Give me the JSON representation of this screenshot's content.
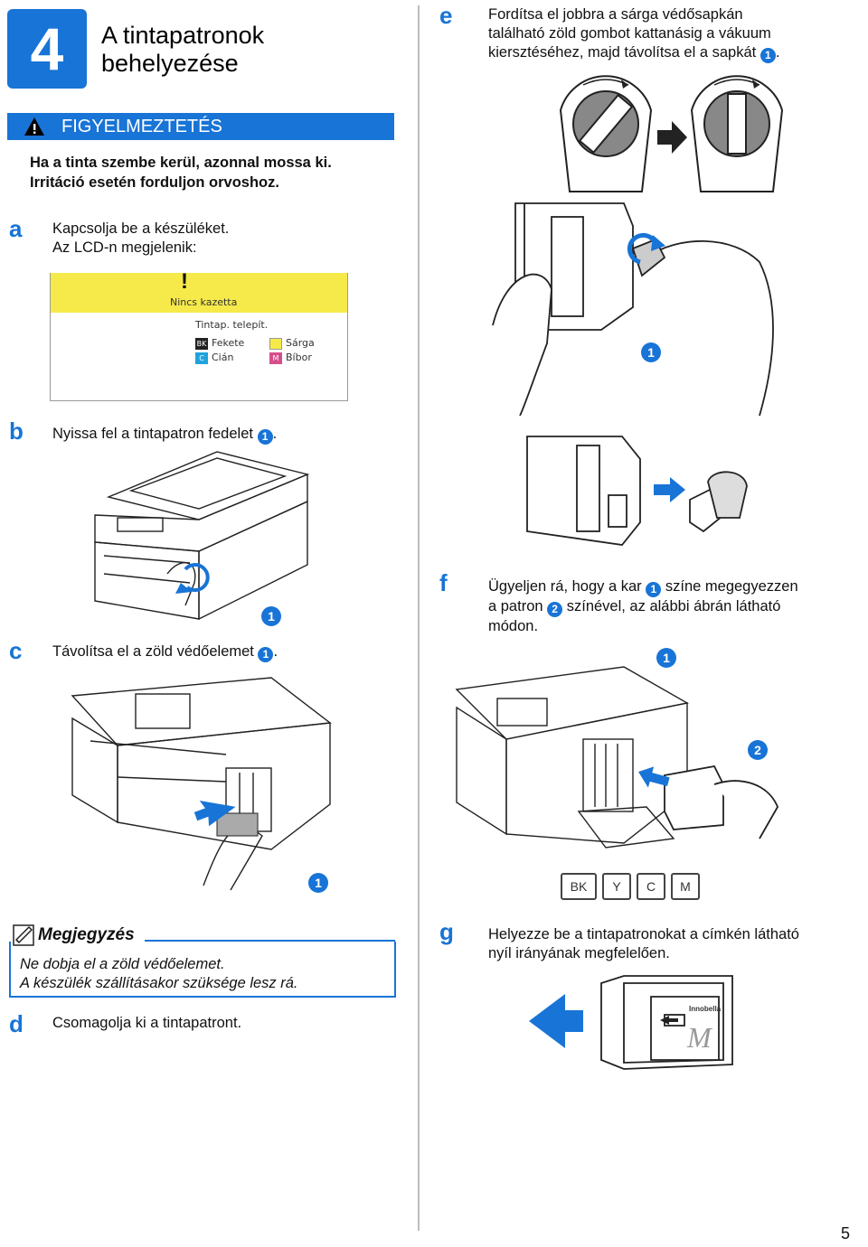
{
  "step": {
    "number": "4",
    "title": "A tintapatronok behelyezése"
  },
  "warning": {
    "label": "FIGYELMEZTETÉS",
    "text_line1": "Ha a tinta szembe kerül, azonnal mossa ki.",
    "text_line2": "Irritáció esetén forduljon orvoshoz."
  },
  "steps": {
    "a": {
      "letter": "a",
      "line1": "Kapcsolja be a készüléket.",
      "line2": "Az LCD-n megjelenik:"
    },
    "b": {
      "letter": "b",
      "text": "Nyissa fel a tintapatron fedelet"
    },
    "c": {
      "letter": "c",
      "text": "Távolítsa el a zöld védőelemet"
    },
    "d": {
      "letter": "d",
      "text": "Csomagolja ki a tintapatront."
    },
    "e": {
      "letter": "e",
      "line1": "Fordítsa el jobbra a sárga védősapkán",
      "line2": "található zöld gombot kattanásig a vákuum",
      "line3": "kiersztéséhez, majd távolítsa el a sapkát"
    },
    "f": {
      "letter": "f",
      "line1a": "Ügyeljen rá, hogy a kar",
      "line1b": "színe megegyezzen",
      "line2a": "a patron",
      "line2b": "színével, az alábbi ábrán látható",
      "line3": "módon."
    },
    "g": {
      "letter": "g",
      "line1": "Helyezze be a tintapatronokat a címkén látható",
      "line2": "nyíl irányának megfelelően."
    }
  },
  "lcd": {
    "exclaim": "!",
    "no_cartridge": "Nincs kazetta",
    "install_label": "Tintap. telepít.",
    "items": [
      {
        "code": "BK",
        "name": "Fekete",
        "color": "#222222"
      },
      {
        "code": "C",
        "name": "Cián",
        "color": "#1fa3dc"
      },
      {
        "code": "",
        "name": "Sárga",
        "color": "#f6ea4a"
      },
      {
        "code": "M",
        "name": "Bíbor",
        "color": "#d64e8c"
      }
    ]
  },
  "note": {
    "title": "Megjegyzés",
    "line1": "Ne dobja el a zöld védőelemet.",
    "line2": "A készülék szállításakor szüksége lesz rá."
  },
  "callouts": {
    "one": "1",
    "two": "2"
  },
  "ink_labels": [
    "BK",
    "Y",
    "C",
    "M"
  ],
  "cartridge_label": "Innobella",
  "cartridge_letter": "M",
  "page_number": "5",
  "colors": {
    "accent_blue": "#1874d6",
    "lcd_yellow": "#f6ea4a"
  }
}
